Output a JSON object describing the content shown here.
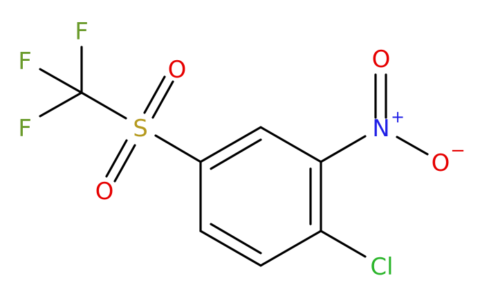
{
  "atoms": {
    "f1": {
      "label": "F",
      "color": "#6a9b2b"
    },
    "f2": {
      "label": "F",
      "color": "#6a9b2b"
    },
    "f3": {
      "label": "F",
      "color": "#6a9b2b"
    },
    "s": {
      "label": "S",
      "color": "#b59a1f"
    },
    "o_top": {
      "label": "O",
      "color": "#e60000"
    },
    "o_bottom": {
      "label": "O",
      "color": "#e60000"
    },
    "n": {
      "label": "N",
      "color": "#2020e6"
    },
    "n_charge": {
      "label": "+",
      "color": "#2020e6"
    },
    "o_nitro_top": {
      "label": "O",
      "color": "#e60000"
    },
    "o_nitro_right": {
      "label": "O",
      "color": "#e60000"
    },
    "o_charge": {
      "label": "−",
      "color": "#e60000"
    },
    "cl": {
      "label": "Cl",
      "color": "#2bb52b"
    }
  },
  "bond_color": "#000000"
}
